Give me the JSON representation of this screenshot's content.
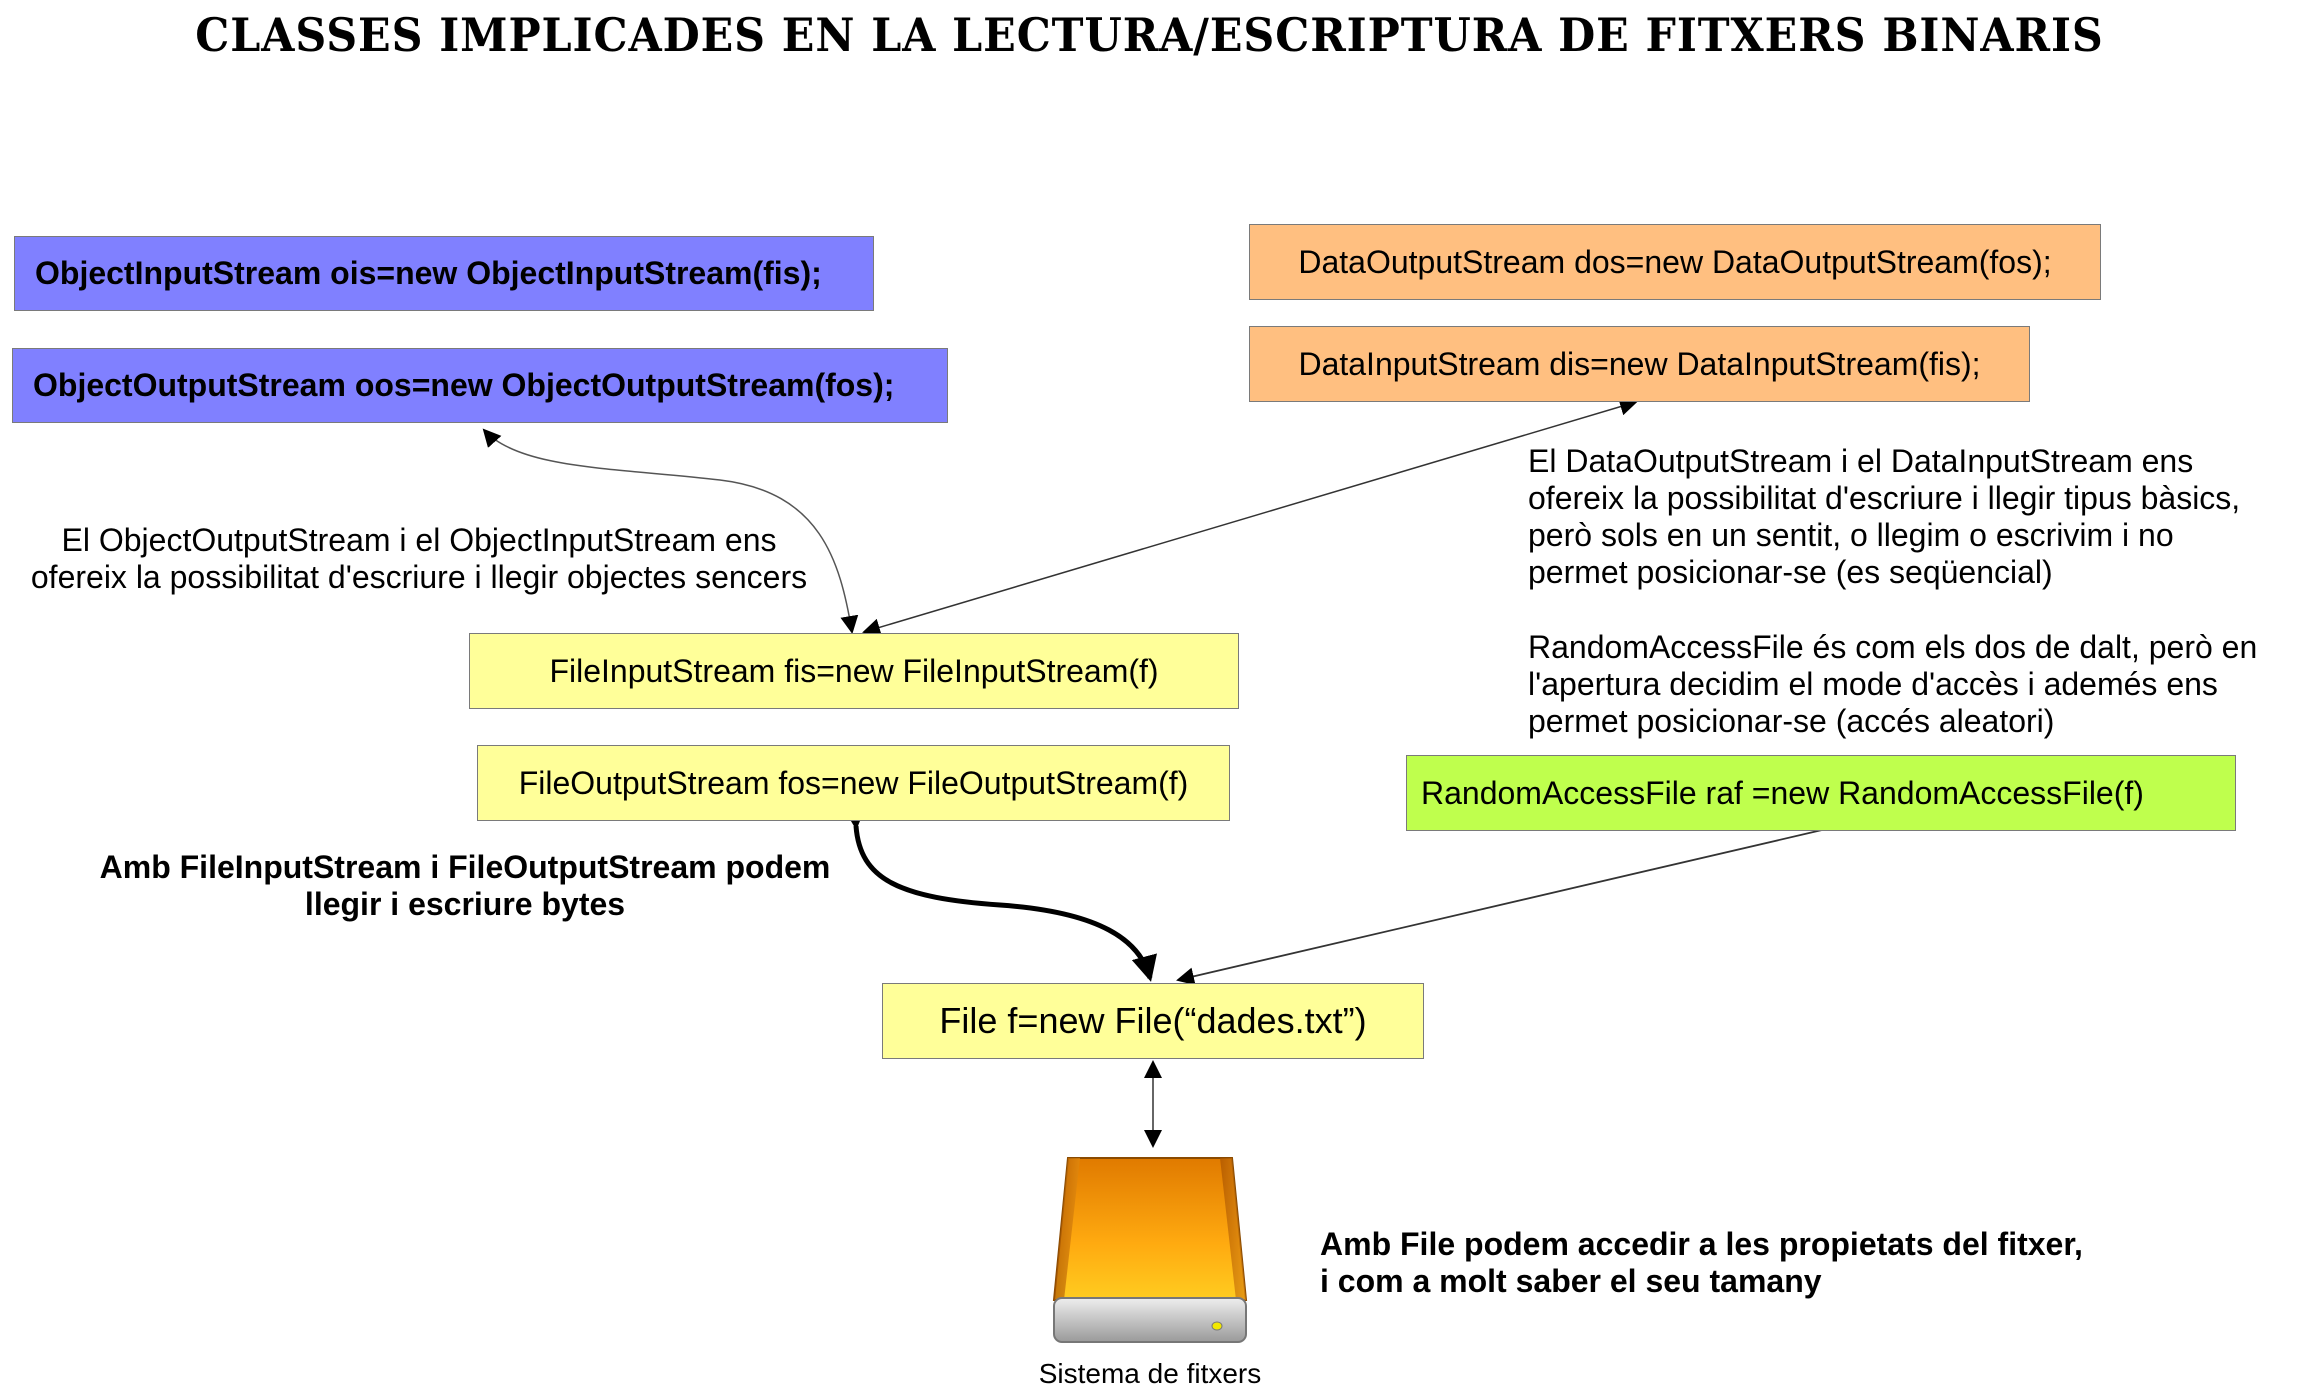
{
  "title": "CLASSES IMPLICADES EN LA LECTURA/ESCRIPTURA DE FITXERS BINARIS",
  "boxes": {
    "object_input": "ObjectInputStream ois=new ObjectInputStream(fis);",
    "object_output": "ObjectOutputStream oos=new ObjectOutputStream(fos);",
    "data_output": "DataOutputStream dos=new DataOutputStream(fos);",
    "data_input": "DataInputStream dis=new DataInputStream(fis);",
    "file_input": "FileInputStream fis=new FileInputStream(f)",
    "file_output": "FileOutputStream fos=new FileOutputStream(f)",
    "random_access": "RandomAccessFile raf =new RandomAccessFile(f)",
    "file": "File f=new File(“dades.txt”)"
  },
  "notes": {
    "object_streams": [
      "El ObjectOutputStream i el ObjectInputStream ens",
      "ofereix la possibilitat d'escriure i llegir objectes sencers"
    ],
    "data_streams": [
      "El DataOutputStream i el DataInputStream ens",
      "ofereix la possibilitat d'escriure i llegir tipus bàsics,",
      "però sols en un sentit, o llegim o escrivim i no",
      "permet posicionar-se (es seqüencial)"
    ],
    "random_access": [
      "RandomAccessFile és com els dos de dalt, però en",
      "l'apertura decidim el mode d'accès i ademés ens",
      "permet posicionar-se (accés aleatori)"
    ],
    "file_streams": [
      "Amb FileInputStream i FileOutputStream podem",
      "llegir i escriure bytes"
    ],
    "file": [
      "Amb File podem accedir a les propietats del fitxer,",
      "i com a molt saber el seu tamany"
    ]
  },
  "drive_label": "Sistema de fitxers",
  "colors": {
    "object_boxes": "#8080ff",
    "data_boxes": "#ffbf80",
    "file_boxes": "#ffff99",
    "random_access_box": "#bfff4d",
    "drive_body": "#f0a020"
  },
  "icons": [
    "hard-drive-icon"
  ]
}
